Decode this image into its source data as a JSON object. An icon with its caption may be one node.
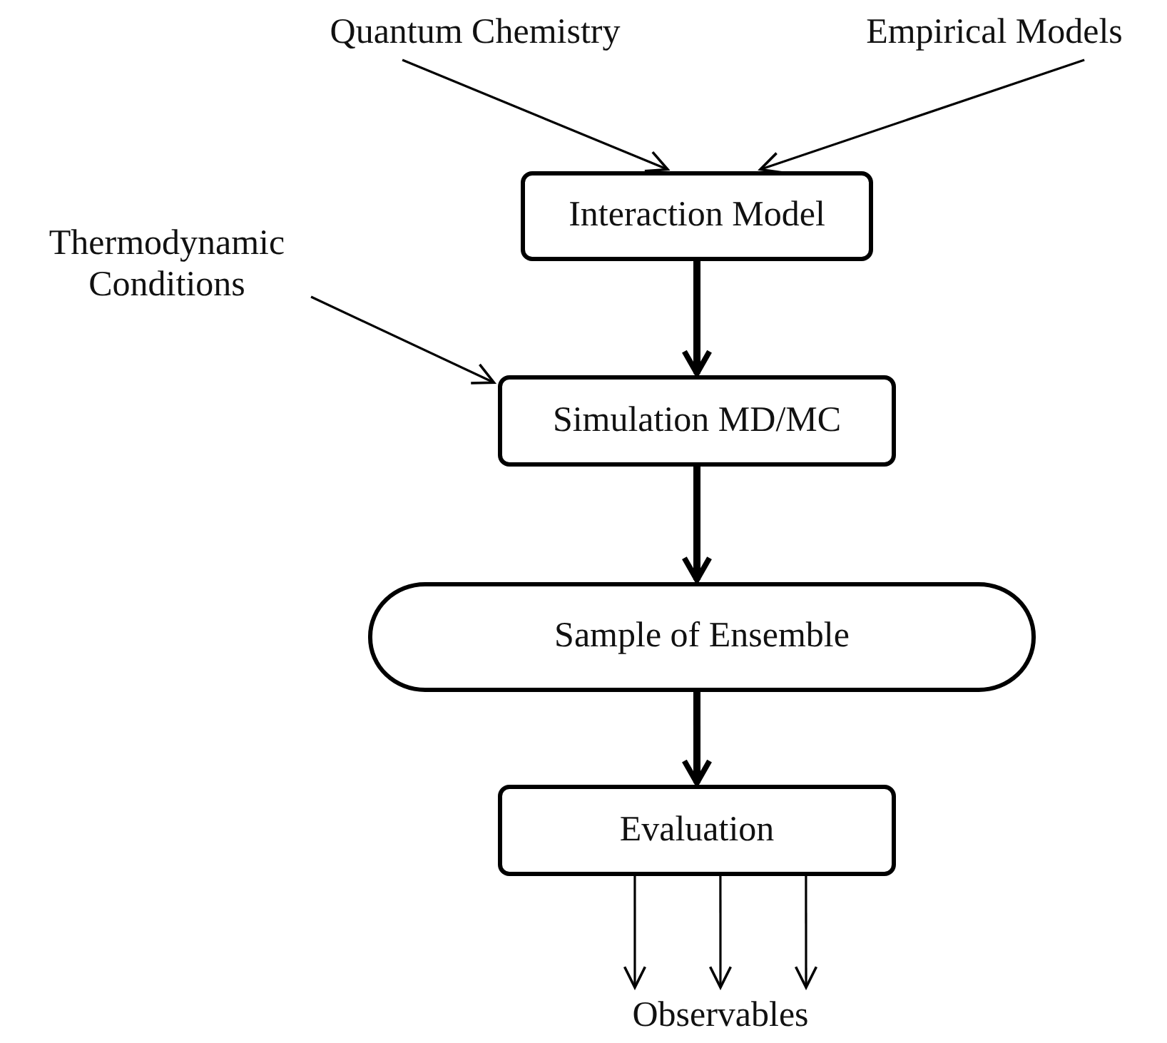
{
  "diagram": {
    "nodes": [
      {
        "text": [
          "Quantum Chemistry"
        ]
      },
      {
        "text": [
          "Empirical Models"
        ]
      },
      {
        "text": [
          "Interaction Model"
        ]
      },
      {
        "text": [
          "Thermodynamic Conditions"
        ]
      },
      {
        "text": [
          "Simulation MD/MC"
        ]
      },
      {
        "text": [
          "Sample of Ensemble"
        ]
      },
      {
        "text": [
          "Evaluation"
        ]
      },
      {
        "text": [
          "Observables"
        ]
      }
    ],
    "edges": [
      {
        "from": 0,
        "to": 2,
        "arrow": "to"
      },
      {
        "from": 1,
        "to": 2,
        "arrow": "to"
      },
      {
        "from": 2,
        "to": 4,
        "arrow": "to",
        "style": "thick"
      },
      {
        "from": 3,
        "to": 4,
        "arrow": "to"
      },
      {
        "from": 4,
        "to": 5,
        "arrow": "to",
        "style": "thick"
      },
      {
        "from": 5,
        "to": 6,
        "arrow": "to",
        "style": "thick"
      },
      {
        "from": 6,
        "to": 7,
        "arrow": "to"
      },
      {
        "from": 6,
        "to": 7,
        "arrow": "to"
      },
      {
        "from": 6,
        "to": 7,
        "arrow": "to"
      }
    ]
  }
}
